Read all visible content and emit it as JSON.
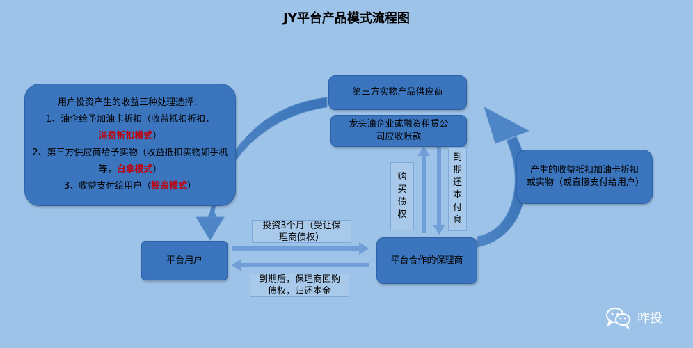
{
  "title": "JY平台产品模式流程图",
  "nodes": {
    "supplier": "第三方实物产品供应商",
    "receivables": "龙头油企业或融资租赁公司应收账款",
    "platform_user": "平台用户",
    "factor": "平台合作的保理商",
    "right_note": "产生的收益抵扣加油卡折扣或实物（或直接支付给用户）"
  },
  "left_box": {
    "heading": "用户投资产生的收益三种处理选择：",
    "item1_a": "1、油企给予加油卡折扣（收益抵扣折扣，",
    "item1_red": "消费折扣模式",
    "item1_b": "）",
    "item2_a": "2、第三方供应商给予实物（收益抵扣实物如手机等，",
    "item2_red": "白拿模式",
    "item2_b": "）",
    "item3_a": "3、收益支付给用户（",
    "item3_red": "投资模式",
    "item3_b": "）"
  },
  "labels": {
    "invest": "投资3个月（受让保理商债权）",
    "maturity": "到期后，保理商回购债权，归还本金",
    "buy_debt": [
      "购",
      "买",
      "债",
      "权"
    ],
    "repay": [
      "到",
      "期",
      "还",
      "本",
      "付",
      "息"
    ]
  },
  "watermark": {
    "text": "咋投",
    "icon": "wechat-icon"
  },
  "colors": {
    "background": "#9ec3e8",
    "box": "#3a75be",
    "accent_red": "#c0000b"
  }
}
